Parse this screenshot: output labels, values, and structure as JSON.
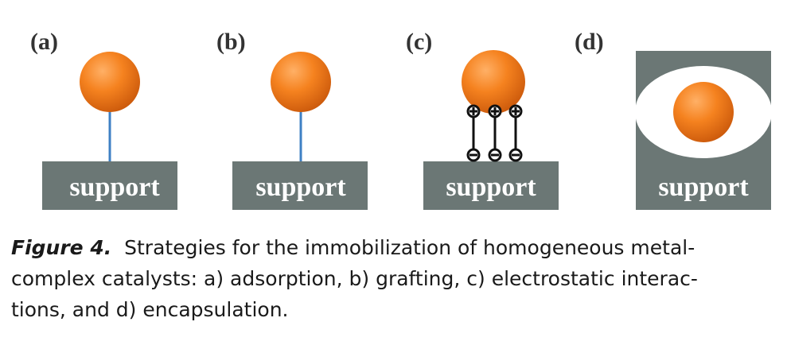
{
  "panels": [
    {
      "label": "(a)",
      "support": "support"
    },
    {
      "label": "(b)",
      "support": "support"
    },
    {
      "label": "(c)",
      "support": "support"
    },
    {
      "label": "(d)",
      "support": "support"
    }
  ],
  "colors": {
    "support_fill": "#6b7775",
    "sphere_orange": "#f5821f",
    "linker_blue": "#3f80c4",
    "tether_black": "#111111"
  },
  "caption": {
    "figure_number": "Figure 4.",
    "lines": [
      "Strategies for the immobilization of homogeneous metal-",
      "complex catalysts: a) adsorption, b) grafting, c) electrostatic interac-",
      "tions, and d) encapsulation."
    ]
  }
}
